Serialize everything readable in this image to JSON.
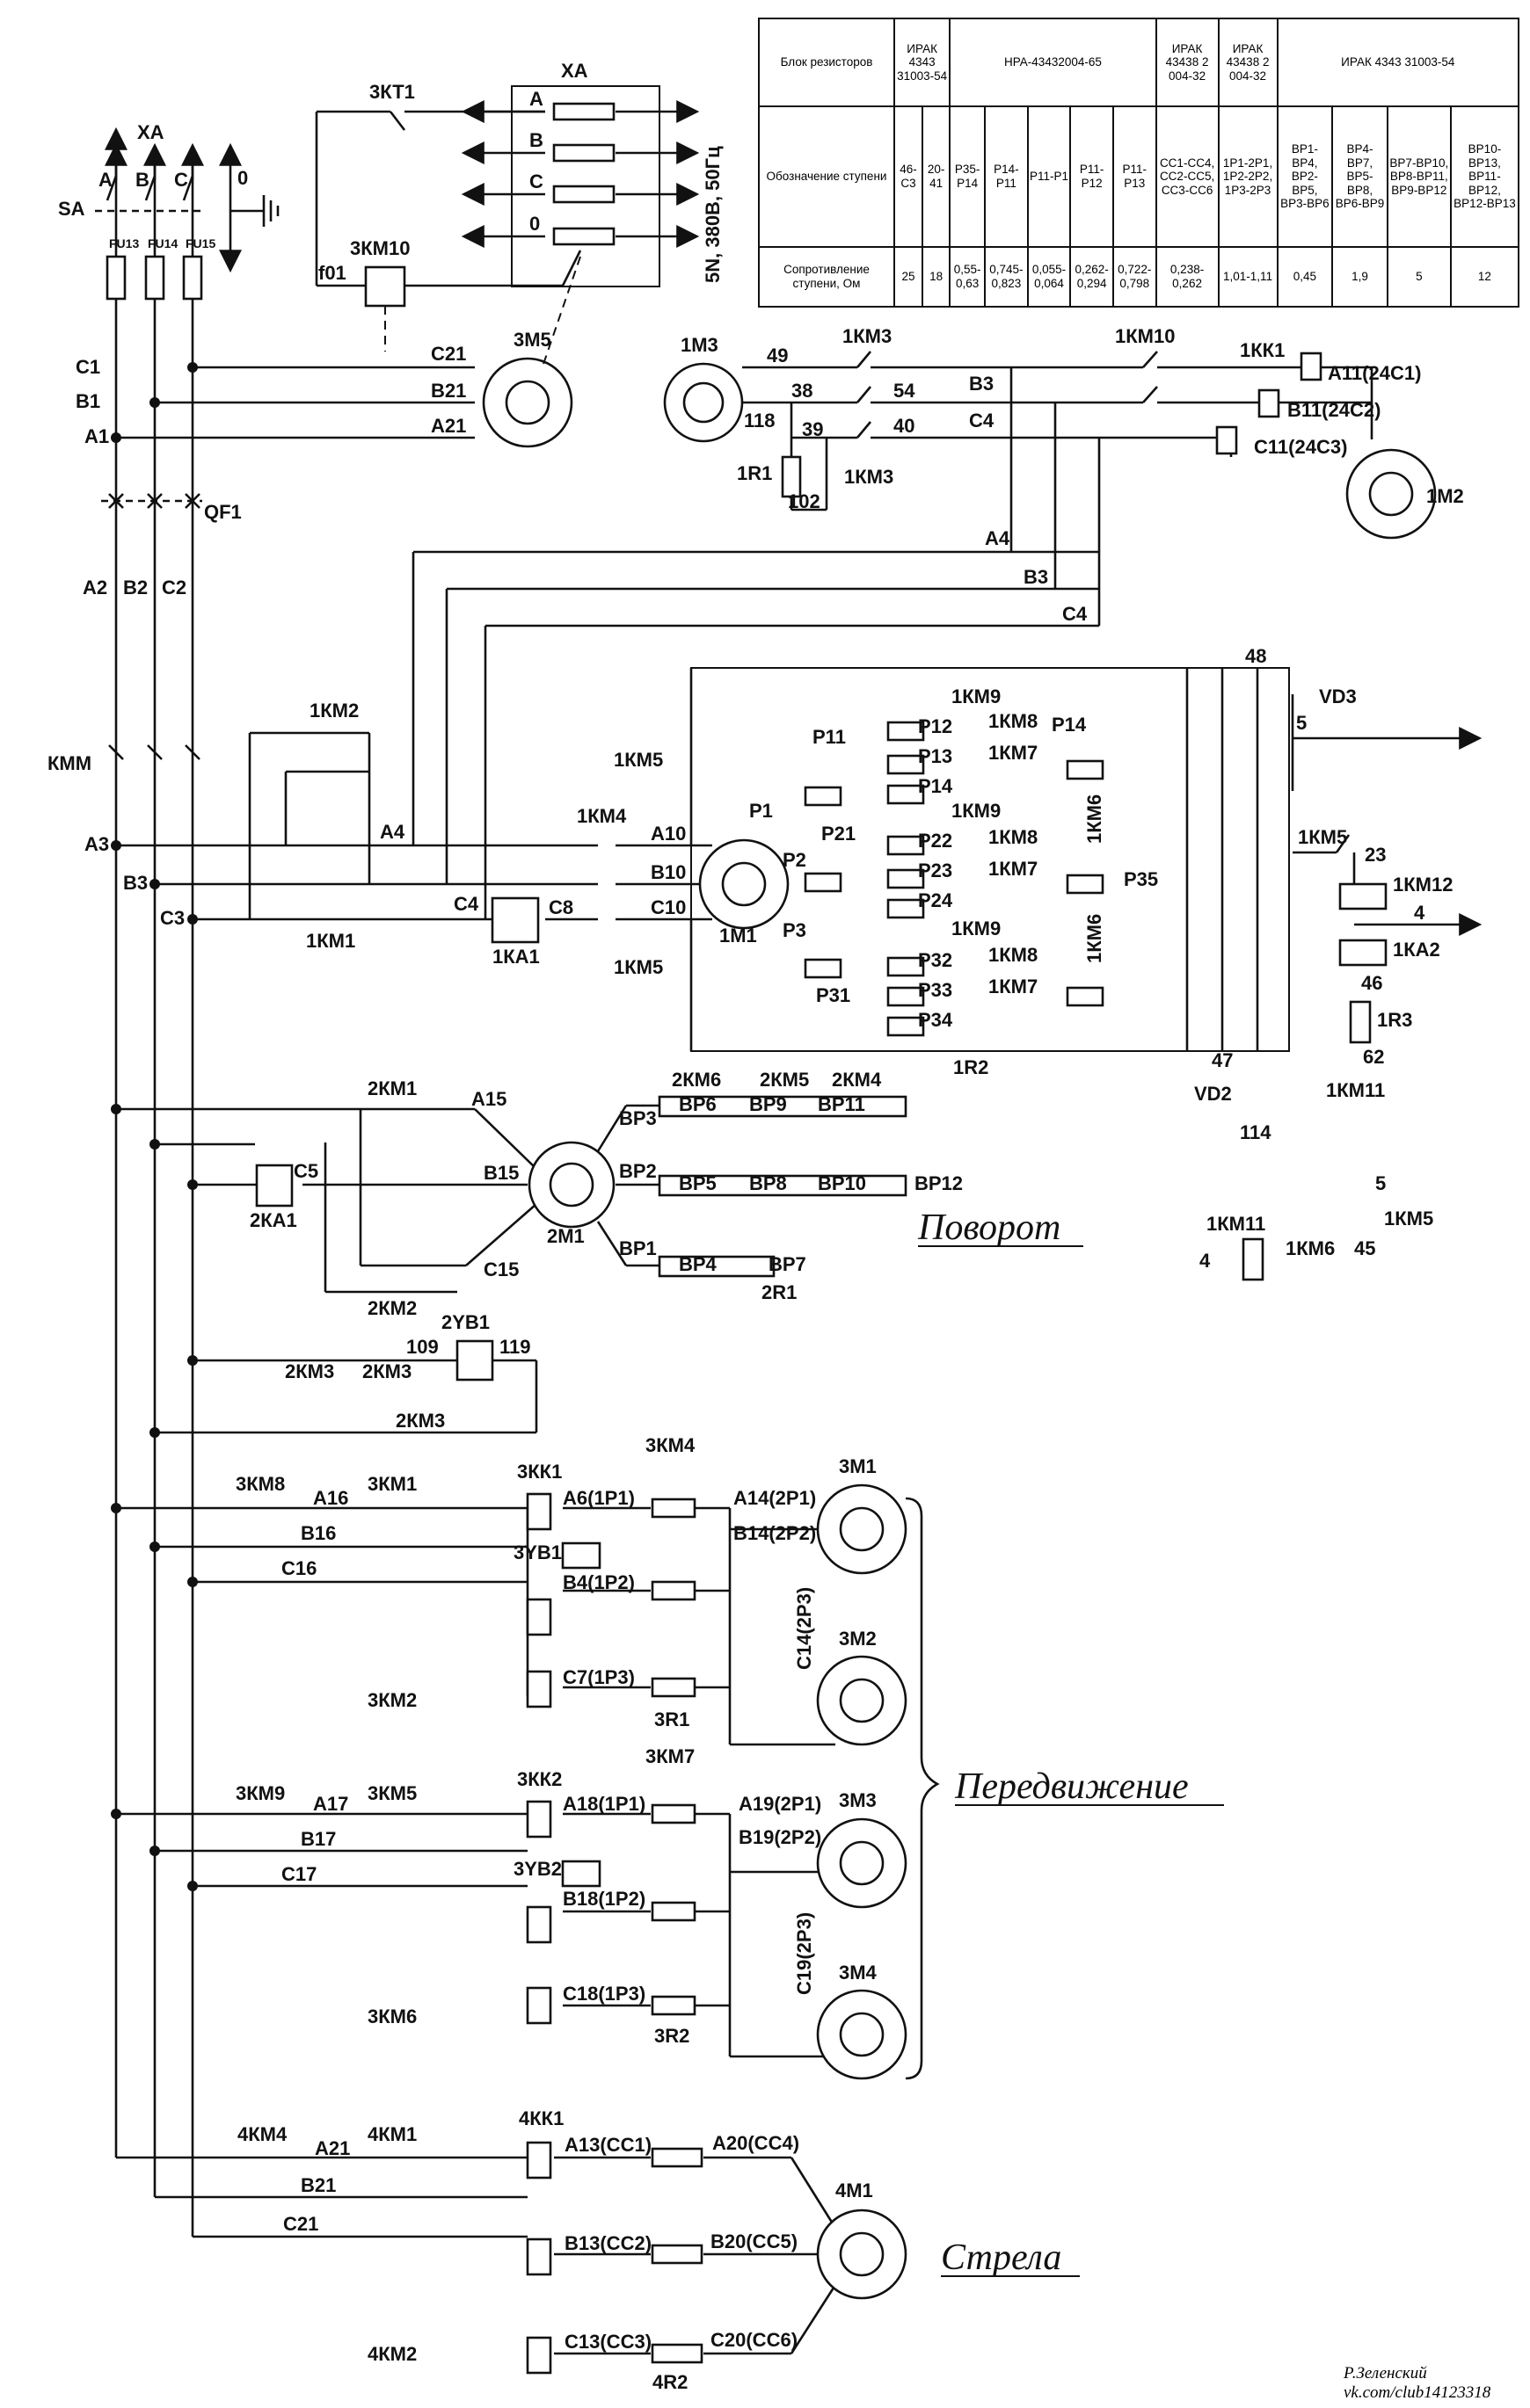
{
  "table": {
    "rows": [
      [
        "Блок резисторов",
        "ИРАК 4343 31003-54",
        "НРА-43432004-65",
        "ИРАК 43438 2 004-32",
        "ИРАК 43438 2 004-32",
        "ИРАК 4343 31003-54"
      ],
      [
        "Обозначение ступени",
        "46-С3",
        "20-41",
        "Р35-Р14",
        "Р14-Р11",
        "Р11-Р1",
        "Р11-Р12",
        "Р11-Р13",
        "СС1-СС4, СС2-СС5, СС3-СС6",
        "1Р1-2Р1, 1Р2-2Р2, 1Р3-2Р3",
        "ВР1-ВР4, ВР2-ВР5, ВР3-ВР6",
        "ВР4-ВР7, ВР5-ВР8, ВР6-ВР9",
        "ВР7-ВР10, ВР8-ВР11, ВР9-ВР12",
        "ВР10-ВР13, ВР11-ВР12, ВР12-ВР13"
      ],
      [
        "Сопротивление ступени, Ом",
        "25",
        "18",
        "0,55-0,63",
        "0,745-0,823",
        "0,055-0,064",
        "0,262-0,294",
        "0,722-0,798",
        "0,238-0,262",
        "1,01-1,11",
        "0,45",
        "1,9",
        "5",
        "12"
      ]
    ]
  },
  "labels": {
    "xa_top": "ХА",
    "sa": "SA",
    "a": "А",
    "b": "В",
    "c": "С",
    "zero": "0",
    "fu13": "FU13",
    "fu14": "FU14",
    "fu15": "FU15",
    "c1": "С1",
    "b1": "В1",
    "a1": "А1",
    "qf1": "QF1",
    "a2": "А2",
    "b2": "В2",
    "c2": "С2",
    "kmm": "КММ",
    "a3": "А3",
    "b3": "В3",
    "c3": "С3",
    "a4": "А4",
    "b3r": "В3",
    "c4": "С4",
    "kt1": "3КТ1",
    "km10b": "3КМ10",
    "f01": "f01",
    "xa2": "ХА",
    "pa": "А",
    "pb": "В",
    "pc": "С",
    "p0": "0",
    "supply": "5N, 380В, 50Гц",
    "c21": "С21",
    "b21": "В21",
    "a21": "А21",
    "m5": "3М5",
    "m3": "1М3",
    "n49": "49",
    "n38": "38",
    "n118": "118",
    "n39": "39",
    "r1": "1R1",
    "n102": "102",
    "km3": "1КМ3",
    "km3b": "1КМ3",
    "n54": "54",
    "n40": "40",
    "vb3": "В3",
    "vc4": "С4",
    "km10": "1КМ10",
    "kk1": "1КК1",
    "a11": "А11(24С1)",
    "b11": "В11(24С2)",
    "c11": "С11(24С3)",
    "m2": "1М2",
    "km2": "1КМ2",
    "km1": "1КМ1",
    "a4b": "А4",
    "km4": "1КМ4",
    "km5a": "1КМ5",
    "km5b": "1КМ5",
    "c4b": "С4",
    "c8": "С8",
    "ka1": "1КА1",
    "a10": "А10",
    "b10": "В10",
    "c10": "С10",
    "m1": "1М1",
    "p1": "Р1",
    "p2": "Р2",
    "p3": "Р3",
    "p11": "Р11",
    "p21": "Р21",
    "p31": "Р31",
    "p12": "Р12",
    "p13": "Р13",
    "p14": "Р14",
    "p14r": "Р14",
    "p22": "Р22",
    "p23": "Р23",
    "p24": "Р24",
    "p32": "Р32",
    "p33": "Р33",
    "p34": "Р34",
    "p35": "Р35",
    "km9a": "1КМ9",
    "km8a": "1КМ8",
    "km7a": "1КМ7",
    "km9b": "1КМ9",
    "km8b": "1КМ8",
    "km7b": "1КМ7",
    "km9c": "1КМ9",
    "km8c": "1КМ8",
    "km7c": "1КМ7",
    "km6a": "1КМ6",
    "km6b": "1КМ6",
    "r2": "1R2",
    "n48": "48",
    "vd3": "VD3",
    "n5": "5",
    "n47": "47",
    "km5c": "1КМ5",
    "n23": "23",
    "km12": "1КМ12",
    "n4": "4",
    "ka2": "1КА2",
    "n46": "46",
    "r3": "1R3",
    "n62": "62",
    "vd2": "VD2",
    "n114": "114",
    "km11": "1КМ11",
    "k2m1": "2КМ1",
    "k2m2": "2КМ2",
    "a15": "А15",
    "b15": "В15",
    "c15": "С15",
    "c5": "С5",
    "k2a1": "2КА1",
    "m21": "2М1",
    "km6x": "2КМ6",
    "km5x": "2КМ5",
    "km4x": "2КМ4",
    "bp3": "ВР3",
    "bp2": "ВР2",
    "bp1": "ВР1",
    "bp6": "ВР6",
    "bp9": "ВР9",
    "bp11": "ВР11",
    "bp5": "ВР5",
    "bp8": "ВР8",
    "bp10": "ВР10",
    "bp12": "ВР12",
    "bp4": "ВР4",
    "bp7": "ВР7",
    "r21": "2R1",
    "n5b": "5",
    "km5d": "1КМ5",
    "km11b": "1КМ11",
    "km6c": "1КМ6",
    "n45": "45",
    "n4b": "4",
    "yb1": "2YB1",
    "n109": "109",
    "n119": "119",
    "k2m3a": "2КМ3",
    "k2m3b": "2КМ3",
    "k2m3c": "2КМ3",
    "k3m8": "3КМ8",
    "k3m1": "3КМ1",
    "k3m2": "3КМ2",
    "a16": "А16",
    "b16": "В16",
    "c16": "С16",
    "kk3a": "3КК1",
    "k3m4": "3КМ4",
    "a6": "А6(1Р1)",
    "b4": "В4(1Р2)",
    "c7": "С7(1Р3)",
    "y3b1": "3YB1",
    "a14": "А14(2Р1)",
    "b14": "В14(2Р2)",
    "c14": "С14(2Р3)",
    "r31": "3R1",
    "m31": "3М1",
    "m32": "3М2",
    "k3m9": "3КМ9",
    "k3m5": "3КМ5",
    "k3m6": "3КМ6",
    "a17": "А17",
    "b17": "В17",
    "c17": "С17",
    "kk3b": "3КК2",
    "k3m7": "3КМ7",
    "a18": "А18(1Р1)",
    "b18": "В18(1Р2)",
    "c18": "С18(1Р3)",
    "y3b2": "3YB2",
    "a19": "А19(2Р1)",
    "b19": "В19(2Р2)",
    "c19": "С19(2Р3)",
    "r32": "3R2",
    "m33": "3М3",
    "m34": "3М4",
    "k4m4": "4КМ4",
    "k4m1": "4КМ1",
    "k4m2": "4КМ2",
    "a21b": "А21",
    "b21b": "В21",
    "c21b": "С21",
    "kk4": "4КК1",
    "a13": "А13(СС1)",
    "b13": "В13(СС2)",
    "c13": "С13(СС3)",
    "a20": "А20(СС4)",
    "b20": "В20(СС5)",
    "c20": "С20(СС6)",
    "r42": "4R2",
    "m41": "4М1"
  },
  "sections": {
    "turn": "Поворот",
    "travel": "Передвижение",
    "boom": "Стрела"
  },
  "signature": {
    "line1": "Р.Зеленский",
    "line2": "vk.com/club14123318"
  }
}
